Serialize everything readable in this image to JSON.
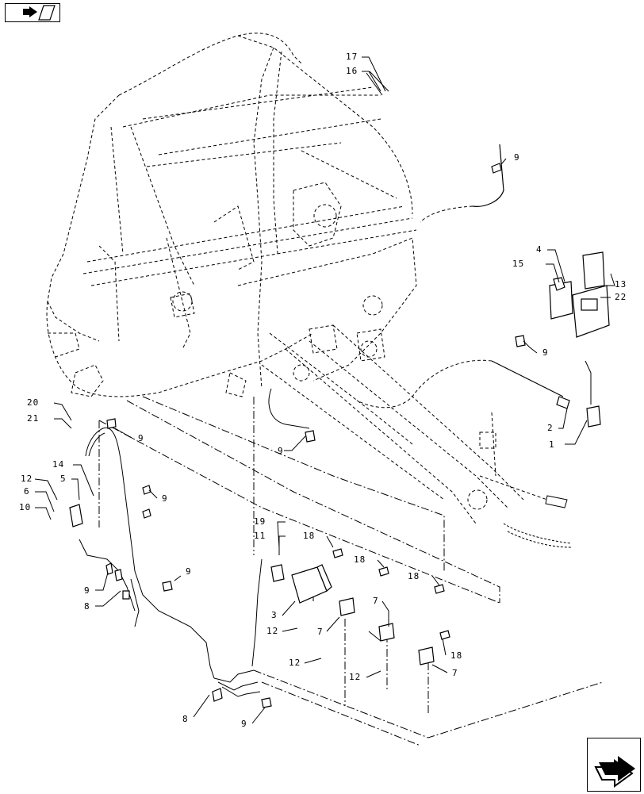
{
  "navigation": {
    "top_icon": "page-arrow-icon",
    "bottom_icon": "next-page-arrow-icon"
  },
  "callouts": [
    {
      "id": "c17",
      "label": "17"
    },
    {
      "id": "c16",
      "label": "16"
    },
    {
      "id": "c9a",
      "label": "9"
    },
    {
      "id": "c4",
      "label": "4"
    },
    {
      "id": "c15",
      "label": "15"
    },
    {
      "id": "c13",
      "label": "13"
    },
    {
      "id": "c22",
      "label": "22"
    },
    {
      "id": "c9b",
      "label": "9"
    },
    {
      "id": "c2",
      "label": "2"
    },
    {
      "id": "c1",
      "label": "1"
    },
    {
      "id": "c20",
      "label": "20"
    },
    {
      "id": "c21",
      "label": "21"
    },
    {
      "id": "c9c",
      "label": "9"
    },
    {
      "id": "c9d",
      "label": "9"
    },
    {
      "id": "c14",
      "label": "14"
    },
    {
      "id": "c12a",
      "label": "12"
    },
    {
      "id": "c5",
      "label": "5"
    },
    {
      "id": "c6",
      "label": "6"
    },
    {
      "id": "c10",
      "label": "10"
    },
    {
      "id": "c9e",
      "label": "9"
    },
    {
      "id": "c19",
      "label": "19"
    },
    {
      "id": "c11",
      "label": "11"
    },
    {
      "id": "c18a",
      "label": "18"
    },
    {
      "id": "c18b",
      "label": "18"
    },
    {
      "id": "c18c",
      "label": "18"
    },
    {
      "id": "c9f",
      "label": "9"
    },
    {
      "id": "c9g",
      "label": "9"
    },
    {
      "id": "c8a",
      "label": "8"
    },
    {
      "id": "c3",
      "label": "3"
    },
    {
      "id": "c12b",
      "label": "12"
    },
    {
      "id": "c7a",
      "label": "7"
    },
    {
      "id": "c7b",
      "label": "7"
    },
    {
      "id": "c12c",
      "label": "12"
    },
    {
      "id": "c12d",
      "label": "12"
    },
    {
      "id": "c18d",
      "label": "18"
    },
    {
      "id": "c7c",
      "label": "7"
    },
    {
      "id": "c8b",
      "label": "8"
    },
    {
      "id": "c9h",
      "label": "9"
    }
  ]
}
